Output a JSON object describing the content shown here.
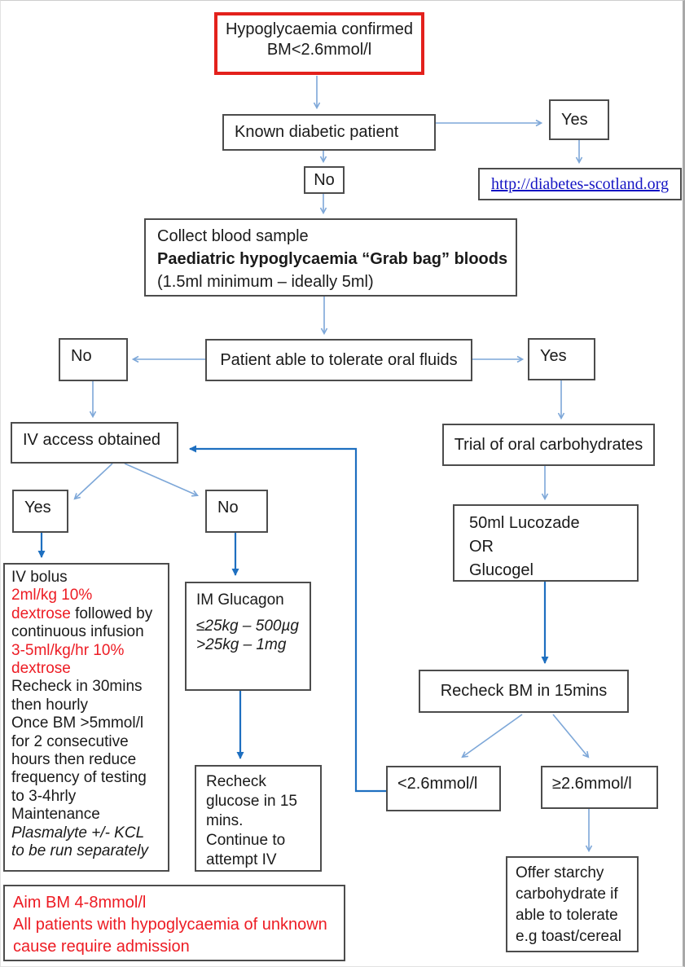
{
  "colors": {
    "highlight_border_red": "#e3211c",
    "warning_text_red": "#ed1c24",
    "box_border_grey": "#4c4c4c",
    "arrow_blue_light": "#7da7d8",
    "arrow_blue_bold": "#1e6fc0",
    "link_blue": "#1515c4"
  },
  "nodes": {
    "confirmed": {
      "lines": [
        "Hypoglycaemia confirmed",
        "BM<2.6mmol/l"
      ]
    },
    "known_diabetic": {
      "label": "Known diabetic patient"
    },
    "yes_top": {
      "label": "Yes"
    },
    "link": {
      "label": "http://diabetes-scotland.org"
    },
    "no_top": {
      "label": "No"
    },
    "collect": {
      "lines": [
        [
          {
            "t": "Collect blood sample"
          }
        ],
        [
          {
            "t": "Paediatric hypoglycaemia “Grab bag” bloods",
            "bold": true
          }
        ],
        [
          {
            "t": "(1.5ml minimum – ideally 5ml)"
          }
        ]
      ]
    },
    "tolerate": {
      "label": "Patient able to tolerate oral fluids"
    },
    "no_mid": {
      "label": "No"
    },
    "yes_mid": {
      "label": "Yes"
    },
    "iv_access": {
      "label": "IV access obtained"
    },
    "yes_iv": {
      "label": "Yes"
    },
    "no_iv": {
      "label": "No"
    },
    "trial_oral": {
      "label": "Trial of oral carbohydrates"
    },
    "lucozade": {
      "lines": [
        "50ml Lucozade",
        "OR",
        "Glucogel"
      ]
    },
    "iv_bolus": {
      "lines": [
        [
          {
            "t": "IV bolus"
          }
        ],
        [
          {
            "t": "2ml/kg 10%",
            "red": true
          }
        ],
        [
          {
            "t": "dextrose",
            "red": true
          },
          {
            "t": " followed by"
          }
        ],
        [
          {
            "t": "continuous infusion"
          }
        ],
        [
          {
            "t": "3-5ml/kg/hr 10%",
            "red": true
          }
        ],
        [
          {
            "t": "dextrose",
            "red": true
          }
        ],
        [
          {
            "t": "Recheck in 30mins"
          }
        ],
        [
          {
            "t": "then hourly"
          }
        ],
        [
          {
            "t": "Once BM >5mmol/l"
          }
        ],
        [
          {
            "t": "for 2 consecutive"
          }
        ],
        [
          {
            "t": "hours then reduce"
          }
        ],
        [
          {
            "t": "frequency of testing"
          }
        ],
        [
          {
            "t": "to 3-4hrly"
          }
        ],
        [
          {
            "t": "Maintenance"
          }
        ],
        [
          {
            "t": "Plasmalyte +/- KCL",
            "italic": true
          }
        ],
        [
          {
            "t": "to be run separately",
            "italic": true
          }
        ]
      ]
    },
    "im_glucagon": {
      "lines": [
        [
          {
            "t": "IM Glucagon"
          }
        ],
        [
          {
            "t": "≤25kg – 500µg",
            "italic": true
          }
        ],
        [
          {
            "t": ">25kg – 1mg",
            "italic": true
          }
        ]
      ]
    },
    "recheck_bm": {
      "label": "Recheck BM in 15mins"
    },
    "recheck_glucose": {
      "lines": [
        "Recheck",
        "glucose in 15",
        "mins.",
        "Continue to",
        "attempt IV"
      ]
    },
    "lt26": {
      "label": "<2.6mmol/l"
    },
    "ge26": {
      "label": "≥2.6mmol/l"
    },
    "offer_starchy": {
      "lines": [
        "Offer starchy",
        "carbohydrate if",
        "able to tolerate",
        "e.g toast/cereal"
      ]
    },
    "aim_admission": {
      "lines": [
        "Aim BM 4-8mmol/l",
        "All patients with hypoglycaemia of unknown",
        "cause require admission"
      ]
    }
  }
}
